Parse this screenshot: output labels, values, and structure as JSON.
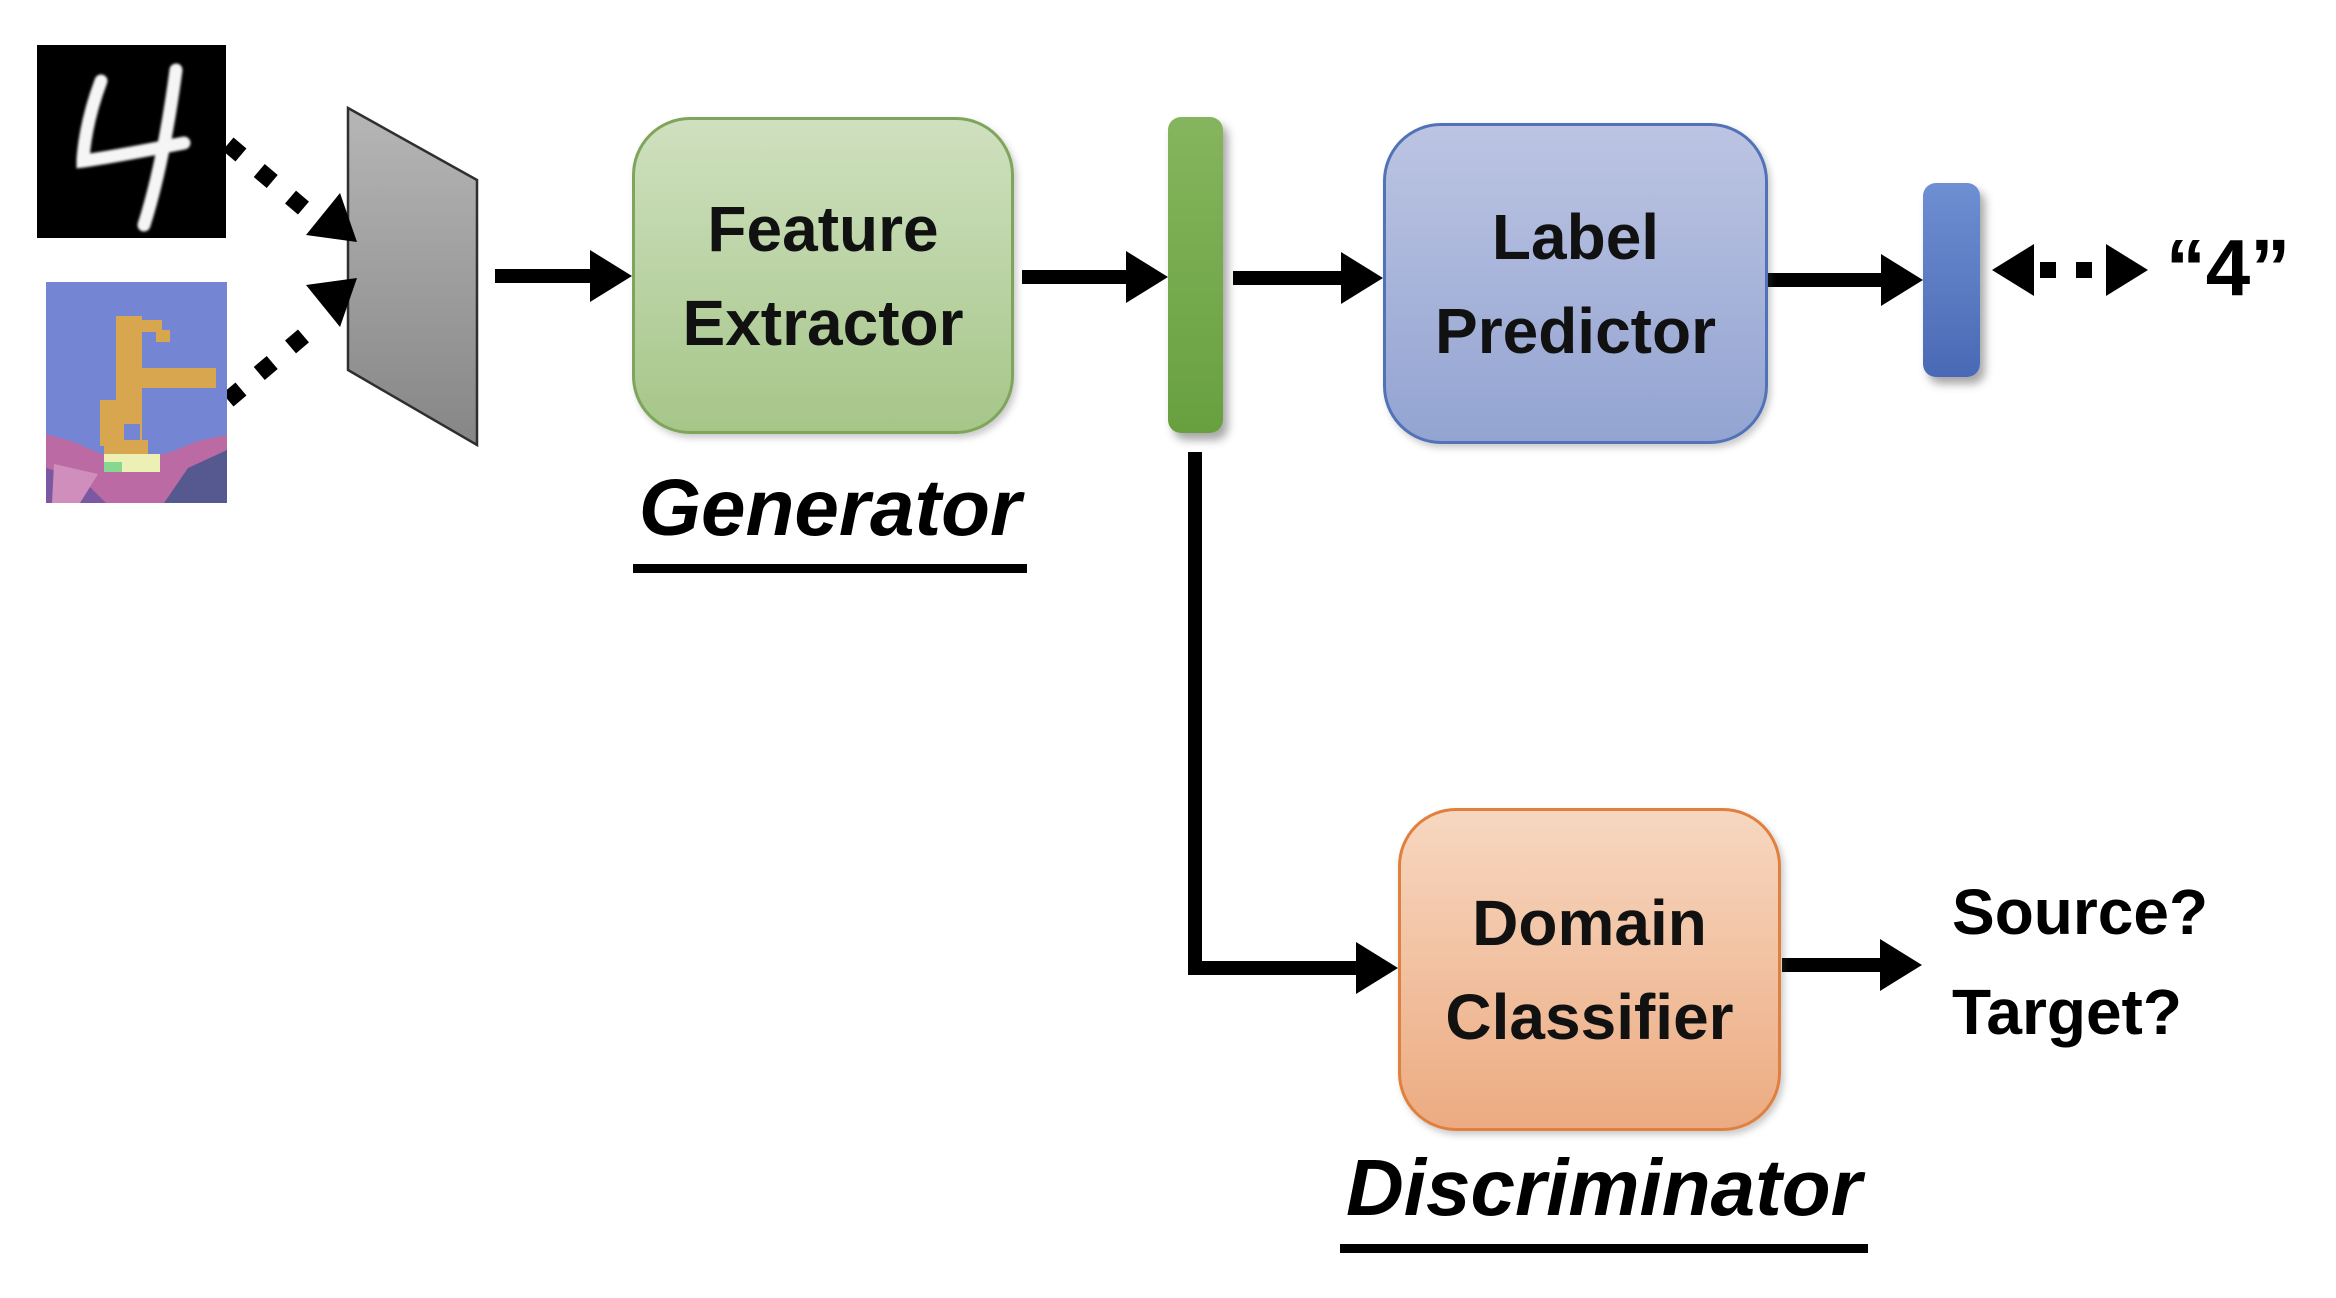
{
  "nodes": {
    "feature_extractor": {
      "line1": "Feature",
      "line2": "Extractor"
    },
    "label_predictor": {
      "line1": "Label",
      "line2": "Predictor"
    },
    "domain_classifier": {
      "line1": "Domain",
      "line2": "Classifier"
    }
  },
  "labels": {
    "generator": "Generator",
    "discriminator": "Discriminator",
    "prediction": "“4”",
    "domain_question_line1": "Source?",
    "domain_question_line2": "Target?"
  },
  "colors": {
    "canvas_bg": "#ffffff",
    "arrow": "#000000",
    "input_layer_fill_top": "#b6b6b6",
    "input_layer_fill_bottom": "#868686",
    "input_layer_border": "#2f2f2f",
    "feature_extractor_fill_top": "#cfe0bf",
    "feature_extractor_fill_bottom": "#a6c689",
    "feature_extractor_border": "#7fa55c",
    "feature_vector_top": "#85b55e",
    "feature_vector_bottom": "#68a03f",
    "label_predictor_fill_top": "#bcc4e2",
    "label_predictor_fill_bottom": "#93a4d2",
    "label_predictor_border": "#5272b8",
    "prediction_vector_top": "#6e8fd2",
    "prediction_vector_bottom": "#4a69b5",
    "domain_classifier_fill_top": "#f7d7c0",
    "domain_classifier_fill_bottom": "#ecab82",
    "domain_classifier_border": "#e0803e",
    "source_image_background": "#000000",
    "source_digit_color": "#f5f5f5",
    "target_image_sky": "#7385d3",
    "target_digit_color": "#d8a64e",
    "target_mountain_color": "#bc6aa4"
  }
}
